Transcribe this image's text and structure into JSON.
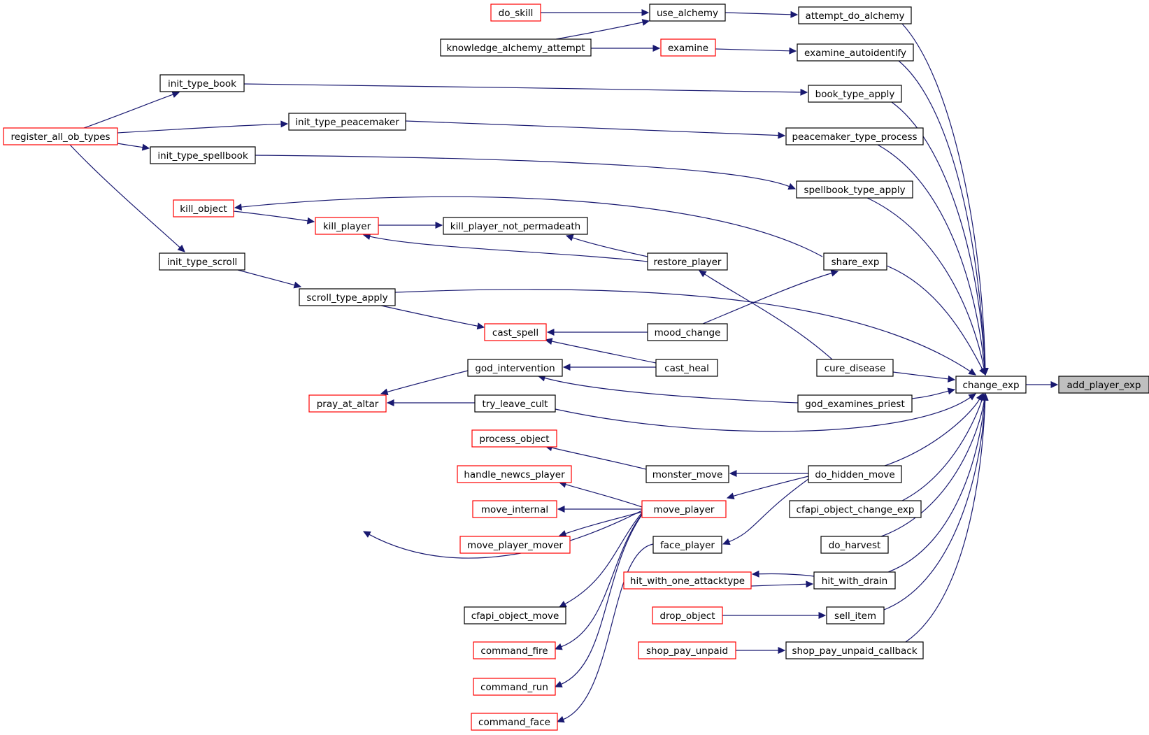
{
  "title": "add_player_exp",
  "colors": {
    "edge": "#191970",
    "node_border": "#000000",
    "node_border_truncated": "#ff0000",
    "root_fill": "#bfbfbf",
    "background": "#ffffff"
  },
  "nodes": {
    "add_player_exp": {
      "label": "add_player_exp",
      "style": "root"
    },
    "change_exp": {
      "label": "change_exp",
      "style": "normal"
    },
    "attempt_do_alchemy": {
      "label": "attempt_do_alchemy",
      "style": "normal"
    },
    "examine_autoidentify": {
      "label": "examine_autoidentify",
      "style": "normal"
    },
    "book_type_apply": {
      "label": "book_type_apply",
      "style": "normal"
    },
    "peacemaker_type_process": {
      "label": "peacemaker_type_process",
      "style": "normal"
    },
    "spellbook_type_apply": {
      "label": "spellbook_type_apply",
      "style": "normal"
    },
    "share_exp": {
      "label": "share_exp",
      "style": "normal"
    },
    "cure_disease": {
      "label": "cure_disease",
      "style": "normal"
    },
    "god_examines_priest": {
      "label": "god_examines_priest",
      "style": "normal"
    },
    "do_hidden_move": {
      "label": "do_hidden_move",
      "style": "normal"
    },
    "cfapi_object_change_exp": {
      "label": "cfapi_object_change_exp",
      "style": "normal"
    },
    "do_harvest": {
      "label": "do_harvest",
      "style": "normal"
    },
    "hit_with_drain": {
      "label": "hit_with_drain",
      "style": "normal"
    },
    "sell_item": {
      "label": "sell_item",
      "style": "normal"
    },
    "shop_pay_unpaid_callback": {
      "label": "shop_pay_unpaid_callback",
      "style": "normal"
    },
    "use_alchemy": {
      "label": "use_alchemy",
      "style": "normal"
    },
    "do_skill": {
      "label": "do_skill",
      "style": "truncated"
    },
    "knowledge_alchemy_attempt": {
      "label": "knowledge_alchemy_attempt",
      "style": "normal"
    },
    "examine": {
      "label": "examine",
      "style": "truncated"
    },
    "init_type_book": {
      "label": "init_type_book",
      "style": "normal"
    },
    "register_all_ob_types": {
      "label": "register_all_ob_types",
      "style": "truncated"
    },
    "init_type_peacemaker": {
      "label": "init_type_peacemaker",
      "style": "normal"
    },
    "init_type_spellbook": {
      "label": "init_type_spellbook",
      "style": "normal"
    },
    "kill_object": {
      "label": "kill_object",
      "style": "truncated"
    },
    "kill_player": {
      "label": "kill_player",
      "style": "truncated"
    },
    "kill_player_not_permadeath": {
      "label": "kill_player_not_permadeath",
      "style": "normal"
    },
    "restore_player": {
      "label": "restore_player",
      "style": "normal"
    },
    "init_type_scroll": {
      "label": "init_type_scroll",
      "style": "normal"
    },
    "scroll_type_apply": {
      "label": "scroll_type_apply",
      "style": "normal"
    },
    "cast_spell": {
      "label": "cast_spell",
      "style": "truncated"
    },
    "mood_change": {
      "label": "mood_change",
      "style": "normal"
    },
    "god_intervention": {
      "label": "god_intervention",
      "style": "normal"
    },
    "cast_heal": {
      "label": "cast_heal",
      "style": "normal"
    },
    "pray_at_altar": {
      "label": "pray_at_altar",
      "style": "truncated"
    },
    "try_leave_cult": {
      "label": "try_leave_cult",
      "style": "normal"
    },
    "process_object": {
      "label": "process_object",
      "style": "truncated"
    },
    "monster_move": {
      "label": "monster_move",
      "style": "normal"
    },
    "handle_newcs_player": {
      "label": "handle_newcs_player",
      "style": "truncated"
    },
    "move_player": {
      "label": "move_player",
      "style": "truncated"
    },
    "move_internal": {
      "label": "move_internal",
      "style": "truncated"
    },
    "move_player_mover": {
      "label": "move_player_mover",
      "style": "truncated"
    },
    "face_player": {
      "label": "face_player",
      "style": "normal"
    },
    "hit_with_one_attacktype": {
      "label": "hit_with_one_attacktype",
      "style": "truncated"
    },
    "cfapi_object_move": {
      "label": "cfapi_object_move",
      "style": "normal"
    },
    "drop_object": {
      "label": "drop_object",
      "style": "truncated"
    },
    "command_fire": {
      "label": "command_fire",
      "style": "truncated"
    },
    "shop_pay_unpaid": {
      "label": "shop_pay_unpaid",
      "style": "truncated"
    },
    "command_run": {
      "label": "command_run",
      "style": "truncated"
    },
    "command_face": {
      "label": "command_face",
      "style": "truncated"
    }
  },
  "edges": [
    {
      "from": "change_exp",
      "to": "add_player_exp"
    },
    {
      "from": "attempt_do_alchemy",
      "to": "change_exp"
    },
    {
      "from": "examine_autoidentify",
      "to": "change_exp"
    },
    {
      "from": "book_type_apply",
      "to": "change_exp"
    },
    {
      "from": "peacemaker_type_process",
      "to": "change_exp"
    },
    {
      "from": "spellbook_type_apply",
      "to": "change_exp"
    },
    {
      "from": "share_exp",
      "to": "change_exp"
    },
    {
      "from": "scroll_type_apply",
      "to": "change_exp"
    },
    {
      "from": "cure_disease",
      "to": "change_exp"
    },
    {
      "from": "god_examines_priest",
      "to": "change_exp"
    },
    {
      "from": "try_leave_cult",
      "to": "change_exp"
    },
    {
      "from": "do_hidden_move",
      "to": "change_exp"
    },
    {
      "from": "cfapi_object_change_exp",
      "to": "change_exp"
    },
    {
      "from": "do_harvest",
      "to": "change_exp"
    },
    {
      "from": "hit_with_drain",
      "to": "change_exp"
    },
    {
      "from": "sell_item",
      "to": "change_exp"
    },
    {
      "from": "shop_pay_unpaid_callback",
      "to": "change_exp"
    },
    {
      "from": "use_alchemy",
      "to": "attempt_do_alchemy"
    },
    {
      "from": "do_skill",
      "to": "use_alchemy"
    },
    {
      "from": "knowledge_alchemy_attempt",
      "to": "use_alchemy"
    },
    {
      "from": "knowledge_alchemy_attempt",
      "to": "examine"
    },
    {
      "from": "examine",
      "to": "examine_autoidentify"
    },
    {
      "from": "init_type_book",
      "to": "book_type_apply"
    },
    {
      "from": "register_all_ob_types",
      "to": "init_type_book"
    },
    {
      "from": "register_all_ob_types",
      "to": "init_type_peacemaker"
    },
    {
      "from": "register_all_ob_types",
      "to": "init_type_spellbook"
    },
    {
      "from": "register_all_ob_types",
      "to": "init_type_scroll"
    },
    {
      "from": "init_type_peacemaker",
      "to": "peacemaker_type_process"
    },
    {
      "from": "init_type_spellbook",
      "to": "spellbook_type_apply"
    },
    {
      "from": "share_exp",
      "to": "kill_object"
    },
    {
      "from": "kill_object",
      "to": "kill_player"
    },
    {
      "from": "kill_player",
      "to": "kill_player_not_permadeath"
    },
    {
      "from": "restore_player",
      "to": "kill_player_not_permadeath"
    },
    {
      "from": "restore_player",
      "to": "kill_player"
    },
    {
      "from": "cure_disease",
      "to": "restore_player"
    },
    {
      "from": "mood_change",
      "to": "share_exp"
    },
    {
      "from": "init_type_scroll",
      "to": "scroll_type_apply"
    },
    {
      "from": "scroll_type_apply",
      "to": "cast_spell"
    },
    {
      "from": "mood_change",
      "to": "cast_spell"
    },
    {
      "from": "cast_heal",
      "to": "cast_spell"
    },
    {
      "from": "cast_heal",
      "to": "god_intervention"
    },
    {
      "from": "cure_disease",
      "to": "cast_heal"
    },
    {
      "from": "god_intervention",
      "to": "pray_at_altar"
    },
    {
      "from": "god_examines_priest",
      "to": "god_intervention"
    },
    {
      "from": "try_leave_cult",
      "to": "pray_at_altar"
    },
    {
      "from": "move_player",
      "to": "pray_at_altar"
    },
    {
      "from": "monster_move",
      "to": "process_object"
    },
    {
      "from": "do_hidden_move",
      "to": "monster_move"
    },
    {
      "from": "do_hidden_move",
      "to": "move_player"
    },
    {
      "from": "do_hidden_move",
      "to": "face_player"
    },
    {
      "from": "move_player",
      "to": "handle_newcs_player"
    },
    {
      "from": "move_player",
      "to": "move_internal"
    },
    {
      "from": "move_player",
      "to": "move_player_mover"
    },
    {
      "from": "move_player",
      "to": "cfapi_object_move"
    },
    {
      "from": "move_player",
      "to": "command_fire"
    },
    {
      "from": "move_player",
      "to": "command_run"
    },
    {
      "from": "face_player",
      "to": "command_face"
    },
    {
      "from": "hit_with_drain",
      "to": "hit_with_one_attacktype"
    },
    {
      "from": "hit_with_one_attacktype",
      "to": "hit_with_drain"
    },
    {
      "from": "drop_object",
      "to": "sell_item"
    },
    {
      "from": "shop_pay_unpaid",
      "to": "shop_pay_unpaid_callback"
    }
  ]
}
